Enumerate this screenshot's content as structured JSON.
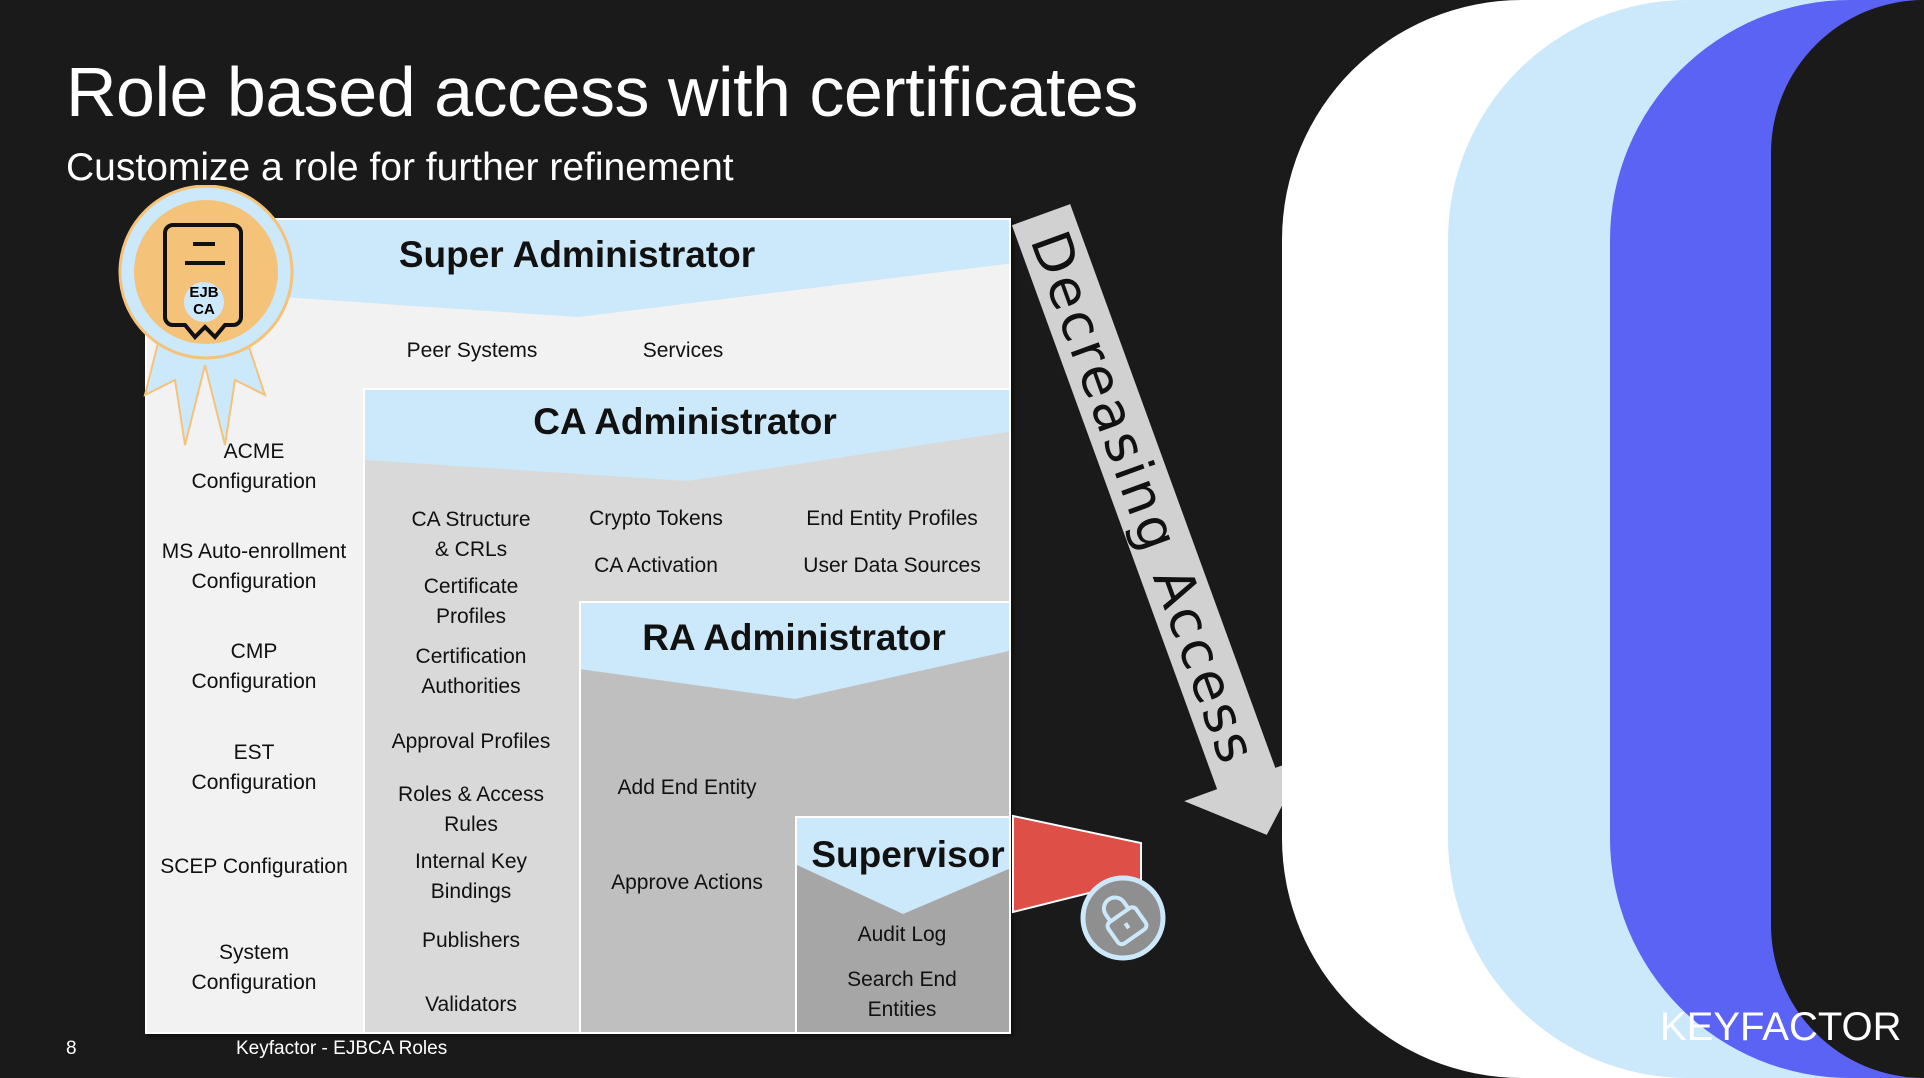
{
  "slide": {
    "title": "Role based access with certificates",
    "subtitle": "Customize a role for further refinement",
    "page_number": "8",
    "footer_text": "Keyfactor - EJBCA Roles",
    "brand": "KEYFACTOR"
  },
  "badge": {
    "line1": "EJB",
    "line2": "CA"
  },
  "arrow_text": "Decreasing Access",
  "roles": {
    "super_admin": {
      "title": "Super Administrator",
      "items": [
        "Peer Systems",
        "Services"
      ],
      "left_column": [
        "ACME\nConfiguration",
        "MS Auto-enrollment\nConfiguration",
        "CMP\nConfiguration",
        "EST\nConfiguration",
        "SCEP Configuration",
        "System\nConfiguration"
      ]
    },
    "ca_admin": {
      "title": "CA Administrator",
      "top_items": [
        "Crypto Tokens",
        "CA Activation",
        "End Entity Profiles",
        "User Data Sources"
      ],
      "column": [
        "CA Structure\n& CRLs",
        "Certificate\nProfiles",
        "Certification\nAuthorities",
        "Approval Profiles",
        "Roles & Access\nRules",
        "Internal Key\nBindings",
        "Publishers",
        "Validators"
      ]
    },
    "ra_admin": {
      "title": "RA Administrator",
      "items": [
        "Add End Entity",
        "Approve Actions"
      ]
    },
    "supervisor": {
      "title": "Supervisor",
      "items": [
        "Audit Log",
        "Search End\nEntities"
      ]
    }
  },
  "colors": {
    "banner": "#cce8fb",
    "accent_red": "#de4f48",
    "brand_blue": "#5b63f5",
    "badge_orange": "#f5c27a"
  }
}
